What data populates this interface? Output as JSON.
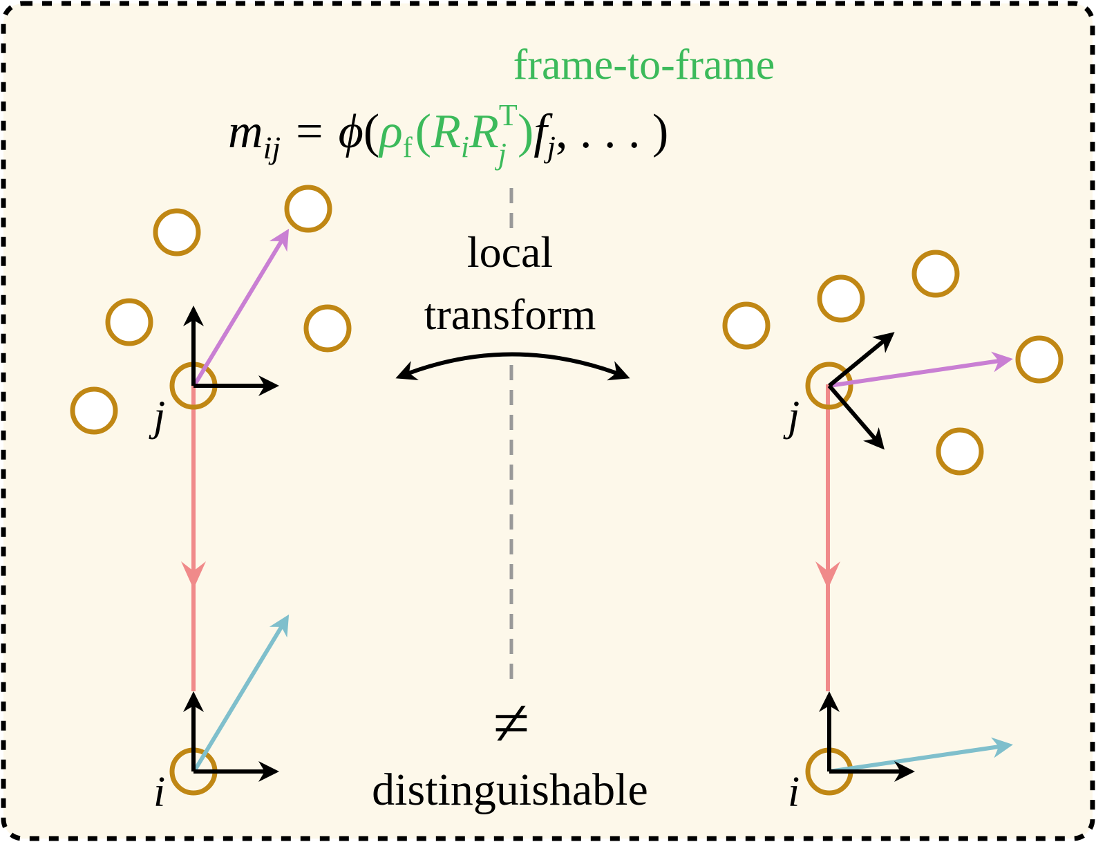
{
  "header": {
    "label": "frame-to-frame"
  },
  "formula": {
    "m": "m",
    "m_sub": "ij",
    "eq": "=",
    "phi": "ϕ",
    "open": "(",
    "rho": "ρ",
    "rho_sub": "f",
    "open2": "(",
    "Ri": "R",
    "Ri_sub": "i",
    "Rj": "R",
    "Rj_sup": "T",
    "Rj_sub": "j",
    "close2": ")",
    "f": "f",
    "f_sub": "j",
    "tail": ", . . . )"
  },
  "labels": {
    "local": "local",
    "transform": "transform",
    "neq": "≠",
    "distinguishable": "distinguishable",
    "left_j": "j",
    "left_i": "i",
    "right_j": "j",
    "right_i": "i"
  },
  "colors": {
    "background": "#fdf8ea",
    "node": "#c08714",
    "edge": "#f08a8a",
    "neighbor_feature": "#c97fd3",
    "self_feature": "#7fbfcc",
    "highlight": "#3cba5b",
    "frame": "#000000",
    "divider": "#999999"
  }
}
